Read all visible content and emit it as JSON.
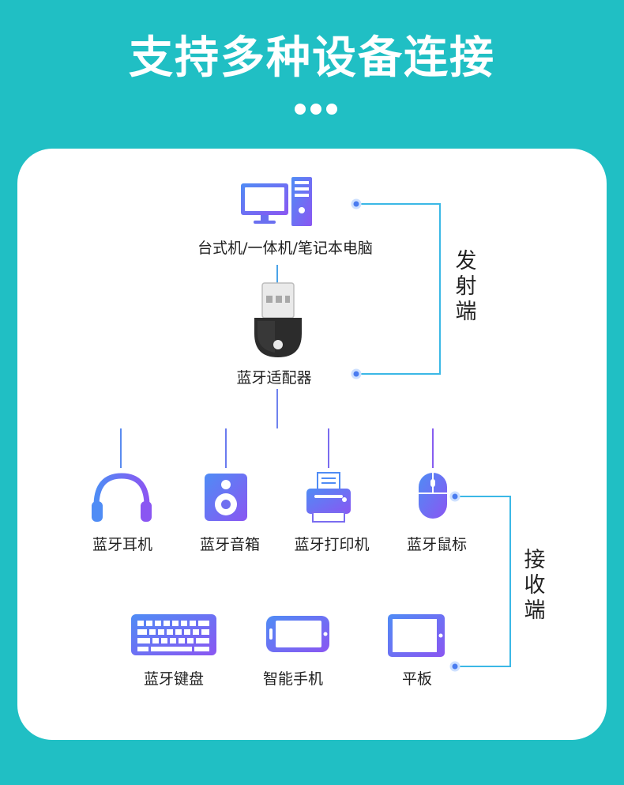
{
  "title": "支持多种设备连接",
  "sender_label": "发射端",
  "receiver_label": "接收端",
  "devices": {
    "computer": "台式机/一体机/笔记本电脑",
    "adapter": "蓝牙适配器",
    "headphones": "蓝牙耳机",
    "speaker": "蓝牙音箱",
    "printer": "蓝牙打印机",
    "mouse": "蓝牙鼠标",
    "keyboard": "蓝牙键盘",
    "phone": "智能手机",
    "tablet": "平板"
  },
  "colors": {
    "background": "#20bfc4",
    "accent_blue": "#4a7cf0",
    "accent_purple": "#8a56f2",
    "line_cyan": "#3bb8e6",
    "line_purple": "#7b6cf0"
  }
}
